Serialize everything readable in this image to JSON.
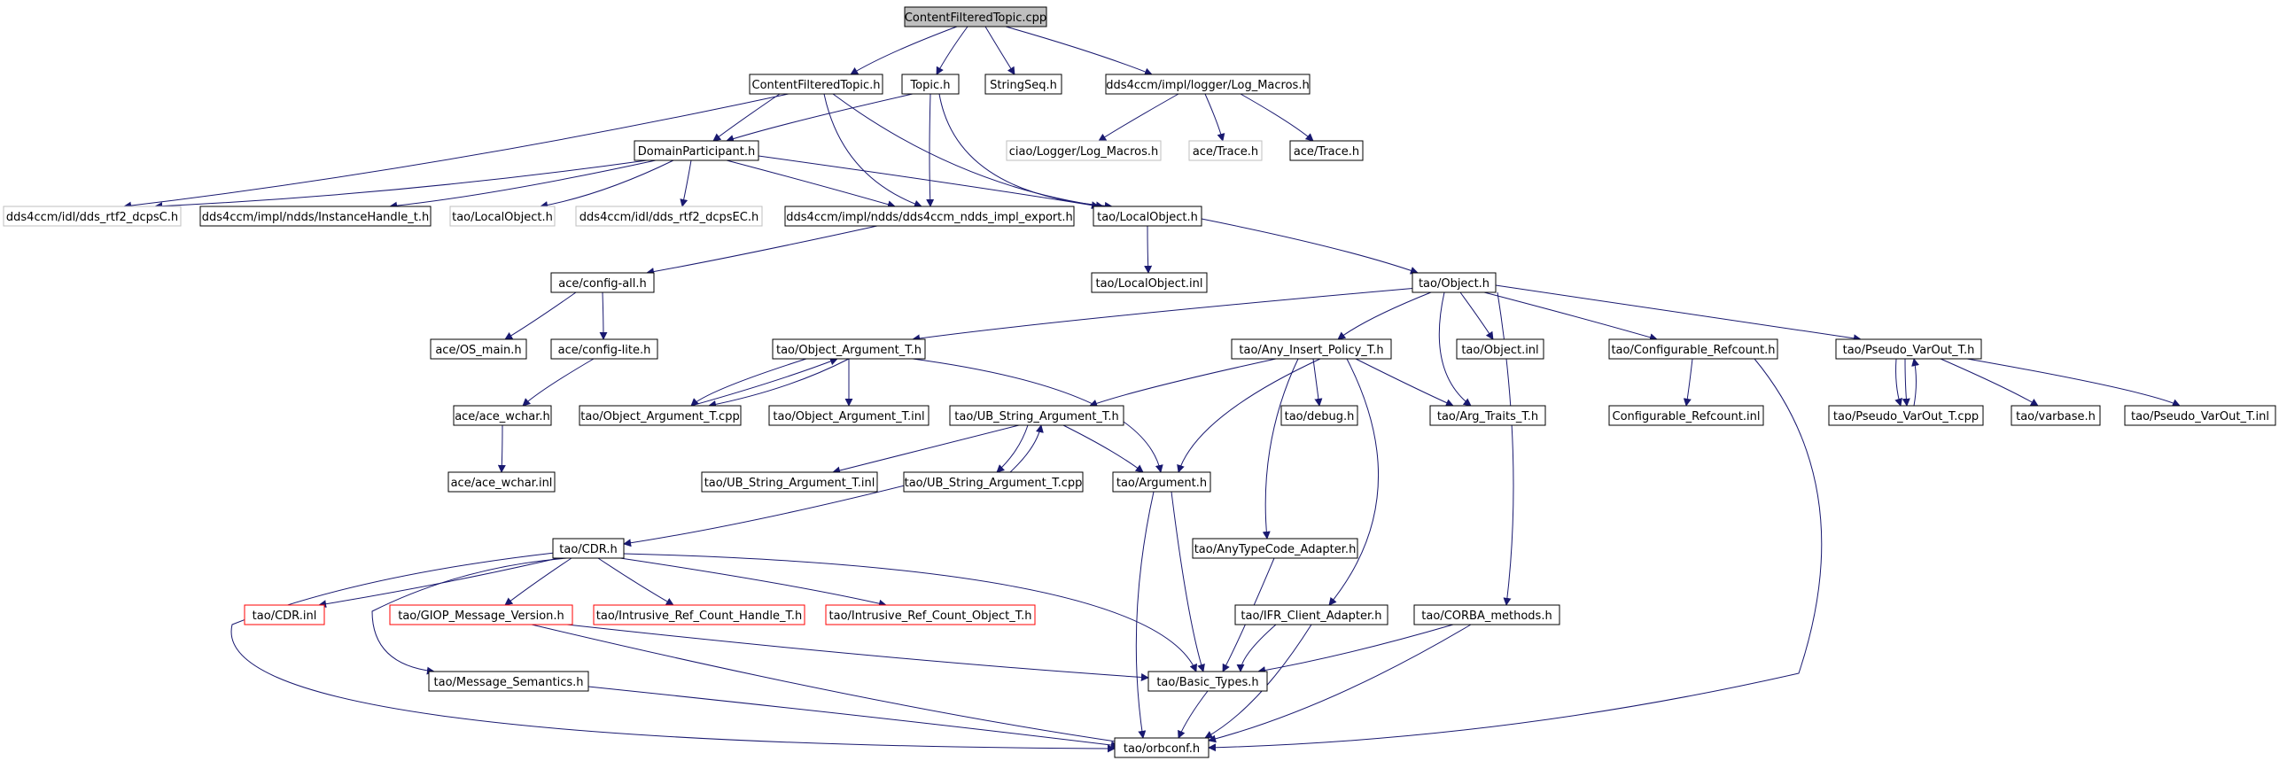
{
  "colors": {
    "edge": "#191970",
    "root_fill": "#bfbfbf",
    "grey_border": "#bfbfbf",
    "red_border": "#ff0000",
    "border": "#000000"
  },
  "nodes": {
    "root": "ContentFilteredTopic.cpp",
    "cft_h": "ContentFilteredTopic.h",
    "topic_h": "Topic.h",
    "stringseq_h": "StringSeq.h",
    "log_macros_h": "dds4ccm/impl/logger/Log_Macros.h",
    "domain_participant_h": "DomainParticipant.h",
    "ciao_log_macros_h": "ciao/Logger/Log_Macros.h",
    "ace_trace_grey": "ace/Trace.h",
    "ace_trace_h": "ace/Trace.h",
    "dds_rtf2_dcpsc_h": "dds4ccm/idl/dds_rtf2_dcpsC.h",
    "instance_handle_h": "dds4ccm/impl/ndds/InstanceHandle_t.h",
    "tao_localobject_grey": "tao/LocalObject.h",
    "dds_rtf2_dcpsec_h": "dds4ccm/idl/dds_rtf2_dcpsEC.h",
    "ndds_impl_export_h": "dds4ccm/impl/ndds/dds4ccm_ndds_impl_export.h",
    "tao_localobject_h": "tao/LocalObject.h",
    "ace_config_all_h": "ace/config-all.h",
    "tao_localobject_inl": "tao/LocalObject.inl",
    "tao_object_h": "tao/Object.h",
    "ace_os_main_h": "ace/OS_main.h",
    "ace_config_lite_h": "ace/config-lite.h",
    "tao_object_argument_t_h": "tao/Object_Argument_T.h",
    "tao_any_insert_policy_t_h": "tao/Any_Insert_Policy_T.h",
    "tao_object_inl": "tao/Object.inl",
    "tao_configurable_refcount_h": "tao/Configurable_Refcount.h",
    "tao_pseudo_varout_t_h": "tao/Pseudo_VarOut_T.h",
    "ace_wchar_h": "ace/ace_wchar.h",
    "tao_object_argument_t_cpp": "tao/Object_Argument_T.cpp",
    "tao_object_argument_t_inl": "tao/Object_Argument_T.inl",
    "tao_ub_string_argument_t_h": "tao/UB_String_Argument_T.h",
    "tao_debug_h": "tao/debug.h",
    "tao_arg_traits_t_h": "tao/Arg_Traits_T.h",
    "configurable_refcount_inl": "Configurable_Refcount.inl",
    "tao_pseudo_varout_t_cpp": "tao/Pseudo_VarOut_T.cpp",
    "tao_varbase_h": "tao/varbase.h",
    "tao_pseudo_varout_t_inl": "tao/Pseudo_VarOut_T.inl",
    "ace_wchar_inl": "ace/ace_wchar.inl",
    "tao_ub_string_argument_t_inl": "tao/UB_String_Argument_T.inl",
    "tao_ub_string_argument_t_cpp": "tao/UB_String_Argument_T.cpp",
    "tao_argument_h": "tao/Argument.h",
    "tao_cdr_h": "tao/CDR.h",
    "tao_anytypecode_adapter_h": "tao/AnyTypeCode_Adapter.h",
    "tao_cdr_inl": "tao/CDR.inl",
    "tao_giop_message_version_h": "tao/GIOP_Message_Version.h",
    "tao_intrusive_ref_count_handle_t_h": "tao/Intrusive_Ref_Count_Handle_T.h",
    "tao_intrusive_ref_count_object_t_h": "tao/Intrusive_Ref_Count_Object_T.h",
    "tao_ifr_client_adapter_h": "tao/IFR_Client_Adapter.h",
    "tao_corba_methods_h": "tao/CORBA_methods.h",
    "tao_message_semantics_h": "tao/Message_Semantics.h",
    "tao_basic_types_h": "tao/Basic_Types.h",
    "tao_orbconf_h": "tao/orbconf.h"
  }
}
